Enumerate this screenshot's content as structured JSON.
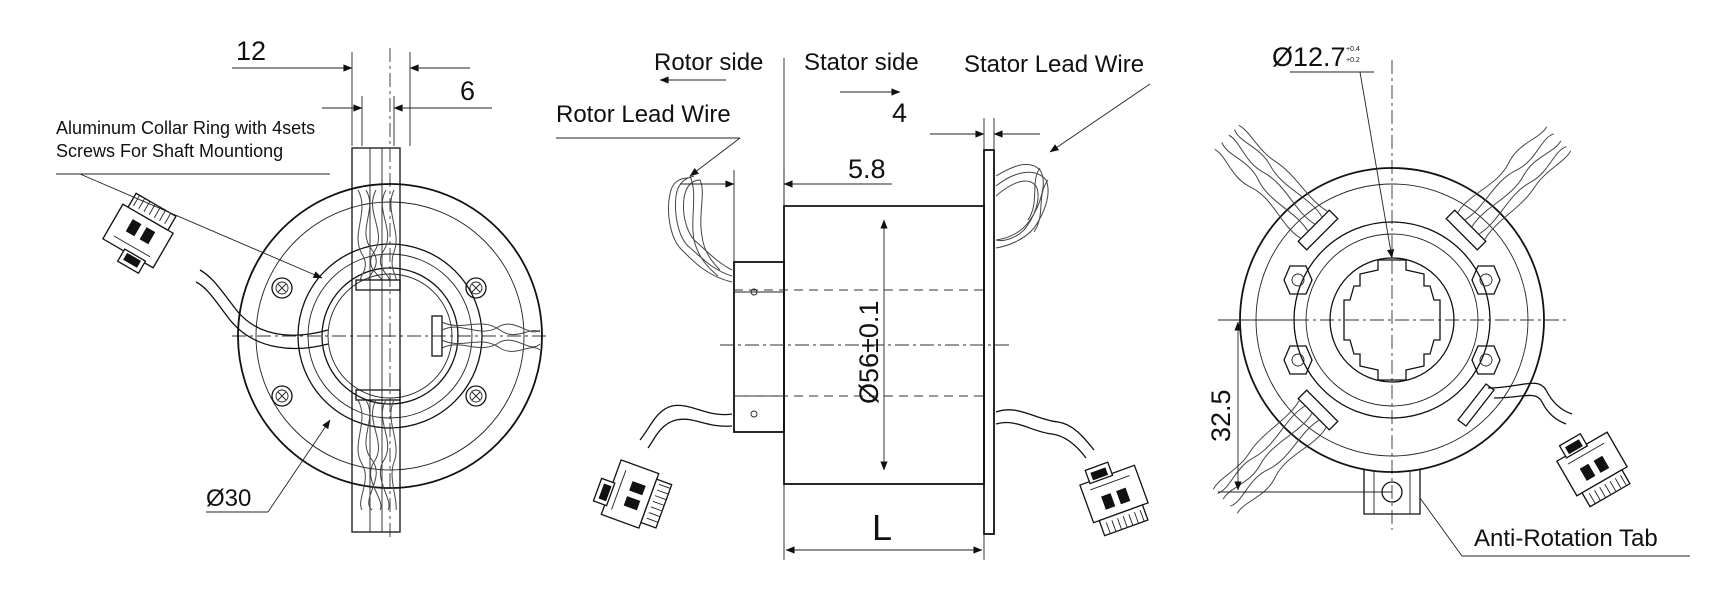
{
  "views": {
    "front": {
      "dim_12": "12",
      "dim_6": "6",
      "collar_note_line1": "Aluminum Collar Ring with 4sets",
      "collar_note_line2": "Screws For Shaft Mountiong",
      "dim_bore": "Ø30"
    },
    "side": {
      "rotor_side": "Rotor side",
      "stator_side": "Stator side",
      "stator_lead_wire": "Stator Lead Wire",
      "rotor_lead_wire": "Rotor Lead Wire",
      "dim_4": "4",
      "dim_5_8": "5.8",
      "dim_outer_dia": "Ø56±0.1",
      "dim_length": "L"
    },
    "rear": {
      "dim_shaft": "Ø12.7",
      "tol_upper": "+0.4",
      "tol_lower": "+0.2",
      "dim_32_5": "32.5",
      "anti_rotation_tab": "Anti-Rotation Tab"
    }
  }
}
